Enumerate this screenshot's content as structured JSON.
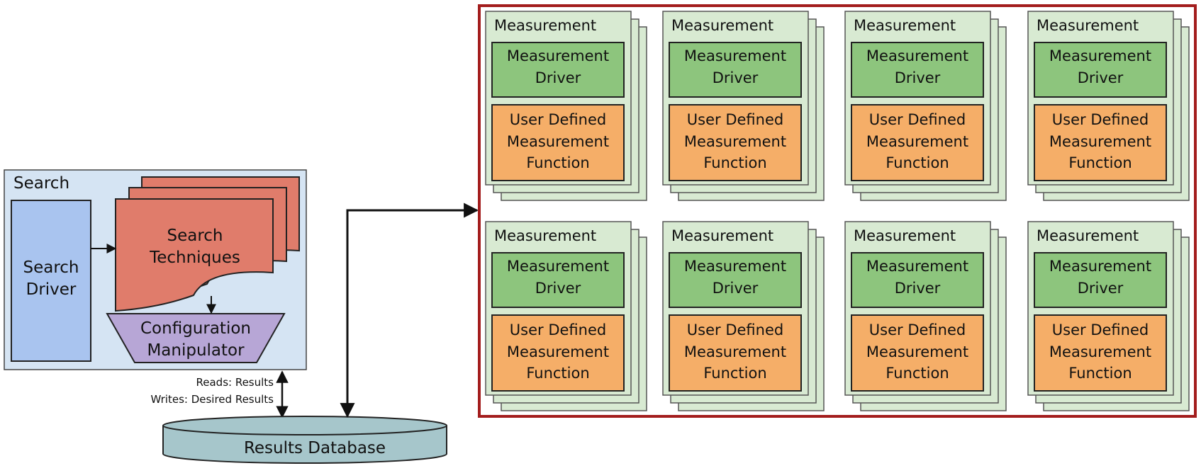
{
  "search": {
    "title": "Search",
    "driver": [
      "Search",
      "Driver"
    ],
    "techniques": [
      "Search",
      "Techniques"
    ],
    "manipulator": [
      "Configuration",
      "Manipulator"
    ]
  },
  "db": {
    "label": "Results Database",
    "reads": "Reads: Results",
    "writes": "Writes: Desired Results"
  },
  "measurement": {
    "title": "Measurement",
    "driver": [
      "Measurement",
      "Driver"
    ],
    "function": [
      "User Defined",
      "Measurement",
      "Function"
    ]
  },
  "colors": {
    "search_bg": "#d5e4f3",
    "driver_fill": "#a9c4ef",
    "techniques_fill": "#e07c6b",
    "manipulator_fill": "#b7a6d6",
    "database_fill": "#a6c6cb",
    "measurement_bg": "#d8ead2",
    "measurement_driver": "#8dc57d",
    "measurement_function": "#f5ae68",
    "cluster_border": "#a31d1d"
  }
}
